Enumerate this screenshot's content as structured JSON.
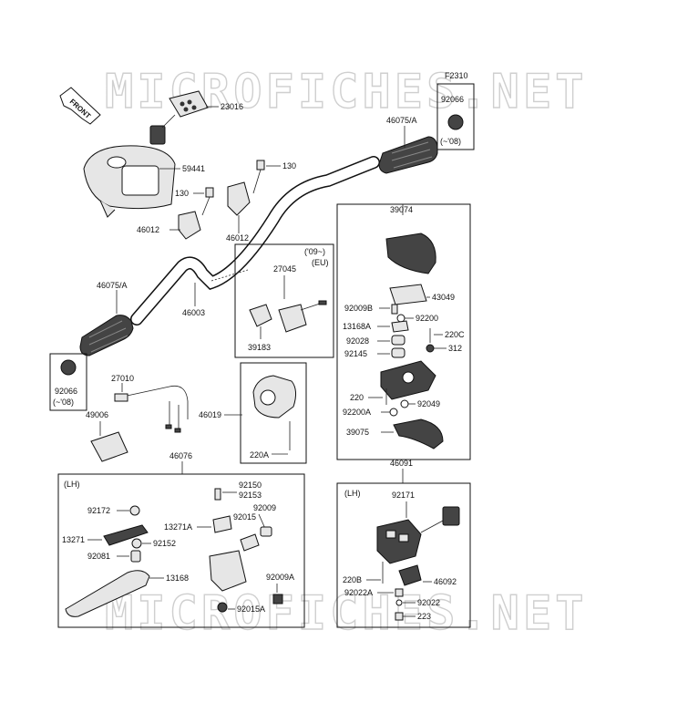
{
  "watermark": "MICROFICHES.NET",
  "figure_code": "F2310",
  "front_label": "FRONT",
  "labels": {
    "p23016": "23016",
    "p59441": "59441",
    "p130a": "130",
    "p130b": "130",
    "p46012a": "46012",
    "p46012b": "46012",
    "p46075a_top": "46075/A",
    "p92066_top": "92066",
    "p08_top": "(~'08)",
    "p39074": "39074",
    "p09eu_1": "('09~)",
    "p09eu_2": "(EU)",
    "p27045": "27045",
    "p39183": "39183",
    "p46003": "46003",
    "p46075a_left": "46075/A",
    "p43049": "43049",
    "p92009b": "92009B",
    "p92200": "92200",
    "p13168a": "13168A",
    "p220c": "220C",
    "p92028": "92028",
    "p312": "312",
    "p92145": "92145",
    "p92066_left": "92066",
    "p08_left": "(~'08)",
    "p27010": "27010",
    "p46019": "46019",
    "p220": "220",
    "p92049": "92049",
    "p92200a": "92200A",
    "p49006": "49006",
    "p39075": "39075",
    "p220a": "220A",
    "p46076": "46076",
    "p46091": "46091",
    "lh_left": "(LH)",
    "p92150": "92150",
    "p92153": "92153",
    "p92172": "92172",
    "p92009": "92009",
    "p13271a": "13271A",
    "p92015": "92015",
    "p13271": "13271",
    "p92152": "92152",
    "p92081": "92081",
    "p13168": "13168",
    "p92009a": "92009A",
    "p92015a": "92015A",
    "lh_right": "(LH)",
    "p92171": "92171",
    "p220b": "220B",
    "p46092": "46092",
    "p92022a": "92022A",
    "p92022": "92022",
    "p223": "223"
  }
}
